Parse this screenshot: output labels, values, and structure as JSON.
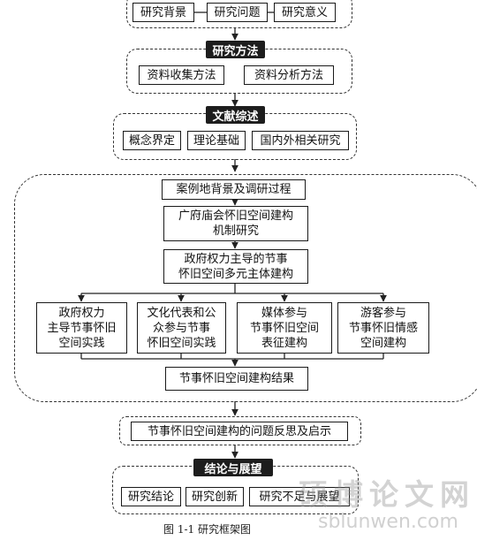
{
  "top_row": {
    "items": [
      "研究背景",
      "研究问题",
      "研究意义"
    ]
  },
  "methods": {
    "header": "研究方法",
    "items": [
      "资料收集方法",
      "资料分析方法"
    ]
  },
  "literature": {
    "header": "文献综述",
    "items": [
      "概念界定",
      "理论基础",
      "国内外相关研究"
    ]
  },
  "main": {
    "case_background": "案例地背景及调研过程",
    "mechanism": "广府庙会怀旧空间建构\n机制研究",
    "power": "政府权力主导的节事\n怀旧空间多元主体建构",
    "subjects": [
      "政府权力\n主导节事怀旧\n空间实践",
      "文化代表和公\n众参与节事\n怀旧空间实践",
      "媒体参与\n节事怀旧空间\n表征建构",
      "游客参与\n节事怀旧情感\n空间建构"
    ],
    "result": "节事怀旧空间建构结果"
  },
  "reflection": "节事怀旧空间建构的问题反思及启示",
  "conclusion": {
    "header": "结论与展望",
    "items": [
      "研究结论",
      "研究创新",
      "研究不足与展望"
    ]
  },
  "caption": "图 1-1 研究框架图",
  "watermark": {
    "chinese": "硕博论文网",
    "url": "sblunwen.com"
  }
}
